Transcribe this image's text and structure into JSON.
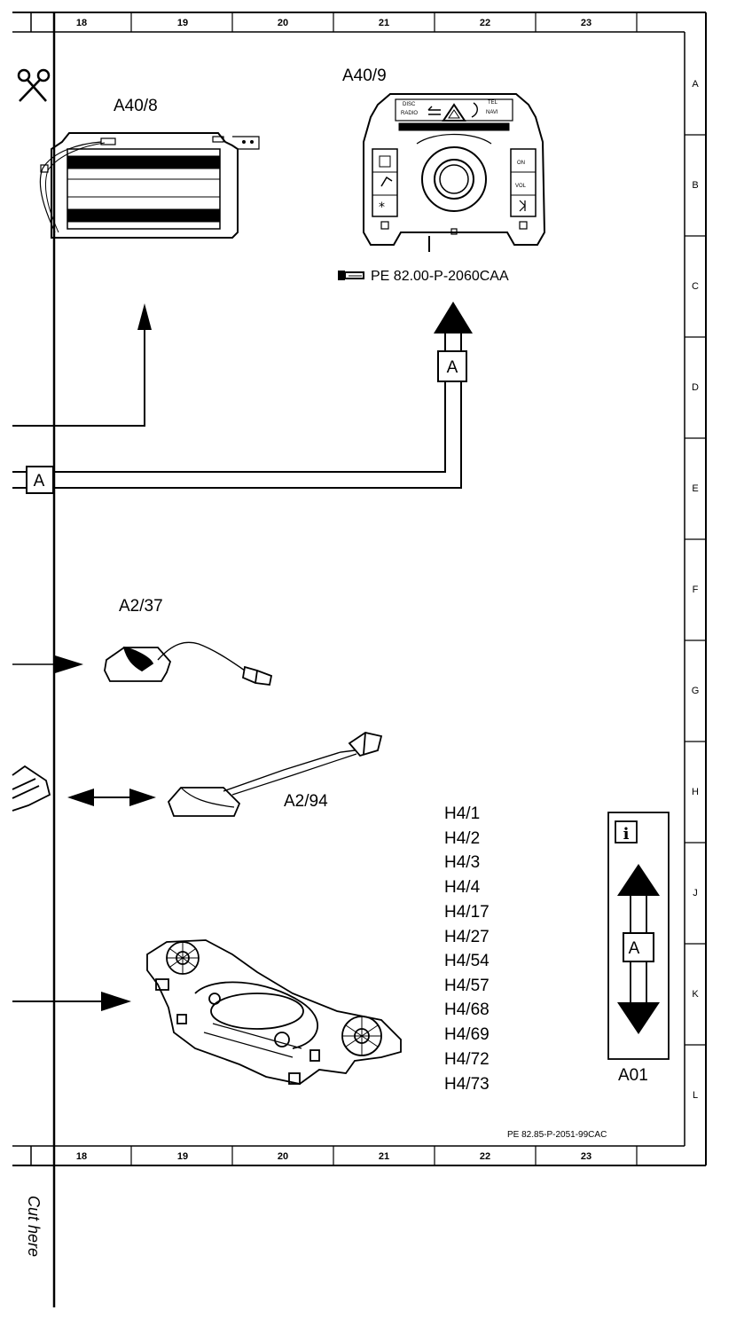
{
  "grid": {
    "columns": [
      "18",
      "19",
      "20",
      "21",
      "22",
      "23"
    ],
    "rows": [
      "A",
      "B",
      "C",
      "D",
      "E",
      "F",
      "G",
      "H",
      "J",
      "K",
      "L"
    ]
  },
  "components": {
    "a40_8": "A40/8",
    "a40_9": "A40/9",
    "a40_9_ref": "PE 82.00-P-2060CAA",
    "a2_37": "A2/37",
    "a2_94": "A2/94",
    "a01": "A01"
  },
  "controller_buttons": {
    "disc": "DISC",
    "radio": "RADIO",
    "tel": "TEL",
    "navi": "NAVI",
    "on": "ON",
    "vol": "VOL"
  },
  "connector_label": "A",
  "speakers": [
    "H4/1",
    "H4/2",
    "H4/3",
    "H4/4",
    "H4/17",
    "H4/27",
    "H4/54",
    "H4/57",
    "H4/68",
    "H4/69",
    "H4/72",
    "H4/73"
  ],
  "info_icon": "i",
  "footer_ref": "PE 82.85-P-2051-99CAC",
  "cut_text": "Cut here"
}
